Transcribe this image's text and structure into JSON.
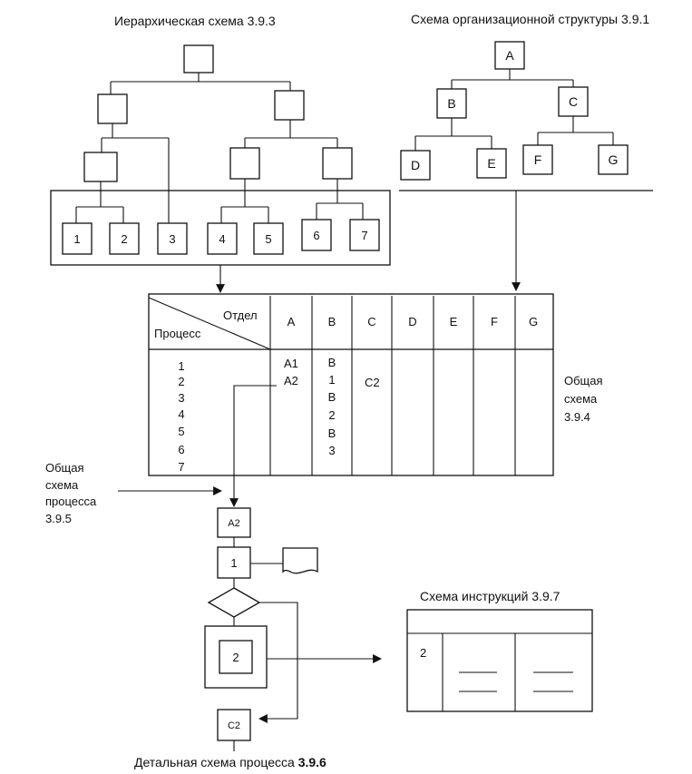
{
  "titles": {
    "hierarchy": "Иерархическая схема 3.9.3",
    "org": "Схема организационной структуры 3.9.1",
    "instructions": "Схема инструкций 3.9.7",
    "detail_text": "Детальная схема процесса ",
    "detail_ref": "3.9.6"
  },
  "hierarchy_leaves": [
    "1",
    "2",
    "3",
    "4",
    "5",
    "6",
    "7"
  ],
  "org_nodes": {
    "root": "A",
    "level2": [
      "B",
      "C"
    ],
    "level3": [
      "D",
      "E",
      "F",
      "G"
    ]
  },
  "matrix": {
    "header_top": "Отдел",
    "header_bottom": "Процесс",
    "columns": [
      "A",
      "B",
      "C",
      "D",
      "E",
      "F",
      "G"
    ],
    "process_rows": [
      "1",
      "2",
      "3",
      "4",
      "5",
      "6",
      "7"
    ],
    "col_a": [
      "A1",
      "A2"
    ],
    "col_b": [
      "B",
      "1",
      "B",
      "2",
      "B",
      "3"
    ],
    "col_c": [
      "C2"
    ]
  },
  "labels": {
    "general_scheme": [
      "Общая",
      "схема",
      "3.9.4"
    ],
    "general_process": [
      "Общая",
      "схема",
      "процесса",
      "3.9.5"
    ]
  },
  "flow": {
    "step_a2": "A2",
    "step_1": "1",
    "step_2": "2",
    "step_c2": "C2"
  },
  "instructions_row": "2"
}
